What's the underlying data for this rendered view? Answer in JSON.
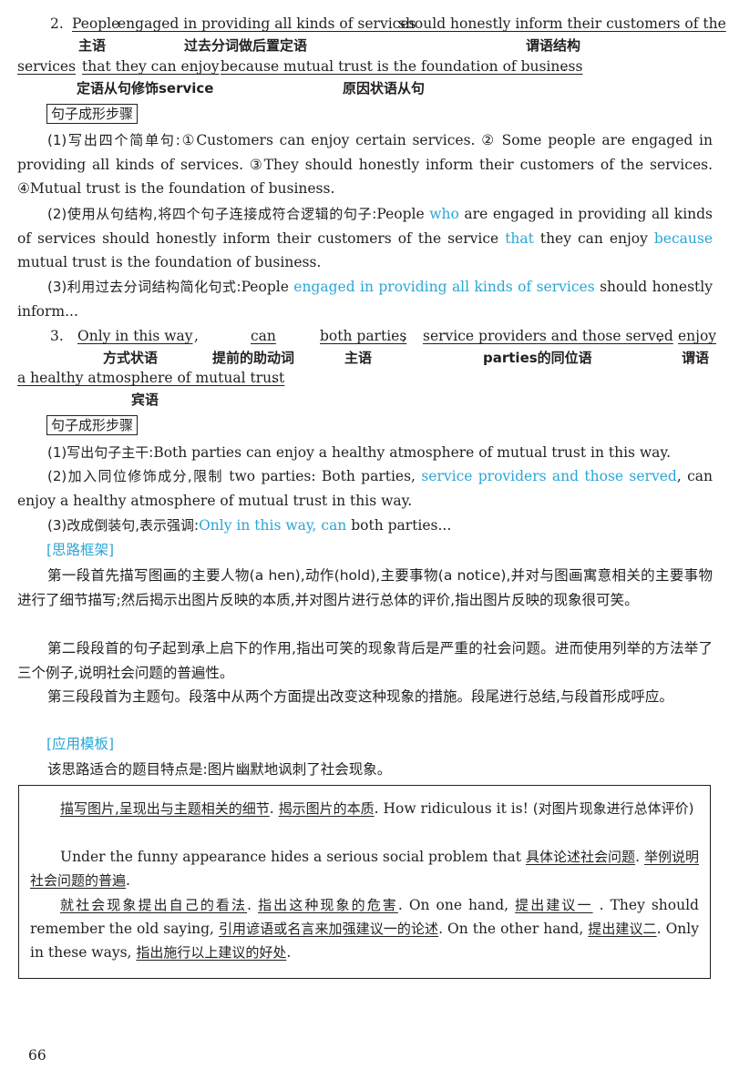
{
  "item2": {
    "num": "2.",
    "seg_subject": "People",
    "seg_participle": "engaged in providing all kinds of services",
    "seg_predicate": "should honestly inform their customers of the",
    "seg_services": "services",
    "seg_relative": "that they can enjoy",
    "seg_reason": "because mutual trust is the foundation of business",
    "period": ".",
    "label_subject": "主语",
    "label_participle": "过去分词做后置定语",
    "label_predicate": "谓语结构",
    "label_relative": "定语从句修饰service",
    "label_reason": "原因状语从句",
    "steps_title": "句子成形步骤",
    "s1_label": "(1)写出四个简单句:",
    "s1_text": "①Customers can enjoy certain services. ② Some people are engaged in providing all kinds of services. ③They should honestly inform their customers of the services. ④Mutual trust is the foundation of business.",
    "s2_label": "(2)使用从句结构,将四个句子连接成符合逻辑的句子:",
    "s2_a": "People ",
    "s2_who": "who",
    "s2_b": " are engaged in providing all kinds of services should honestly inform their customers of the service ",
    "s2_that": "that",
    "s2_c": " they can enjoy ",
    "s2_because": "because",
    "s2_d": " mutual trust is the foundation of business.",
    "s3_label": "(3)利用过去分词结构简化句式:",
    "s3_a": "People ",
    "s3_blue": "engaged in providing all kinds of services",
    "s3_b": " should honestly inform..."
  },
  "item3": {
    "num": "3.",
    "seg_way": "Only in this way",
    "comma1": ",",
    "seg_can": "can",
    "seg_both": "both parties",
    "comma2": ",",
    "seg_appos": "service providers and those served",
    "comma3": ",",
    "seg_enjoy": "enjoy",
    "seg_object": "a healthy atmosphere of mutual trust",
    "period": ".",
    "label_way": "方式状语",
    "label_can": "提前的助动词",
    "label_subject": "主语",
    "label_appos": "parties的同位语",
    "label_predicate": "谓语",
    "label_object": "宾语",
    "steps_title": "句子成形步骤",
    "s1_label": "(1)写出句子主干:",
    "s1_text": "Both parties can enjoy a healthy atmosphere of mutual trust in this way.",
    "s2_label": "(2)加入同位修饰成分,限制",
    "s2_a": " two parties: Both parties, ",
    "s2_blue": "service providers and those served",
    "s2_b": ", can enjoy a healthy atmosphere of mutual trust in this way.",
    "s3_label": "(3)改成倒装句,表示强调:",
    "s3_blue1": "Only in this way, can",
    "s3_b": " both parties..."
  },
  "framework": {
    "title": "[思路框架]",
    "p1": "第一段首先描写图画的主要人物(a hen),动作(hold),主要事物(a notice),并对与图画寓意相关的主要事物进行了细节描写;然后揭示出图片反映的本质,并对图片进行总体的评价,指出图片反映的现象很可笑。",
    "p2": "第二段段首的句子起到承上启下的作用,指出可笑的现象背后是严重的社会问题。进而使用列举的方法举了三个例子,说明社会问题的普遍性。",
    "p3": "第三段段首为主题句。段落中从两个方面提出改变这种现象的措施。段尾进行总结,与段首形成呼应。"
  },
  "template": {
    "title": "[应用模板]",
    "intro": "该思路适合的题目特点是:图片幽默地讽刺了社会现象。",
    "b1_u1": "描写图片,呈现出与主题相关的细节",
    "b1_sep": ". ",
    "b1_u2": "揭示图片的本质",
    "b1_a": ". How ridiculous it is! ",
    "b1_b": "(对图片现象进行总体评价)",
    "b2_a": "Under the funny appearance hides a serious social problem that ",
    "b2_u1": "具体论述社会问题",
    "b2_sep": ". ",
    "b2_u2": "举例说明社会问题的普遍",
    "b2_end": ".",
    "b3_u1": "就社会现象提出自己的看法",
    "b3_sep1": ". ",
    "b3_u2": "指出这种现象的危害",
    "b3_a": ". On one hand, ",
    "b3_u3": "提出建议一",
    "b3_b": " . They should remember the old saying, ",
    "b3_u4": "引用谚语或名言来加强建议一的论述",
    "b3_c": ". On the other hand, ",
    "b3_u5": "提出建议二",
    "b3_d": ". Only in these ways, ",
    "b3_u6": "指出施行以上建议的好处",
    "b3_end": "."
  },
  "page_number": "66"
}
